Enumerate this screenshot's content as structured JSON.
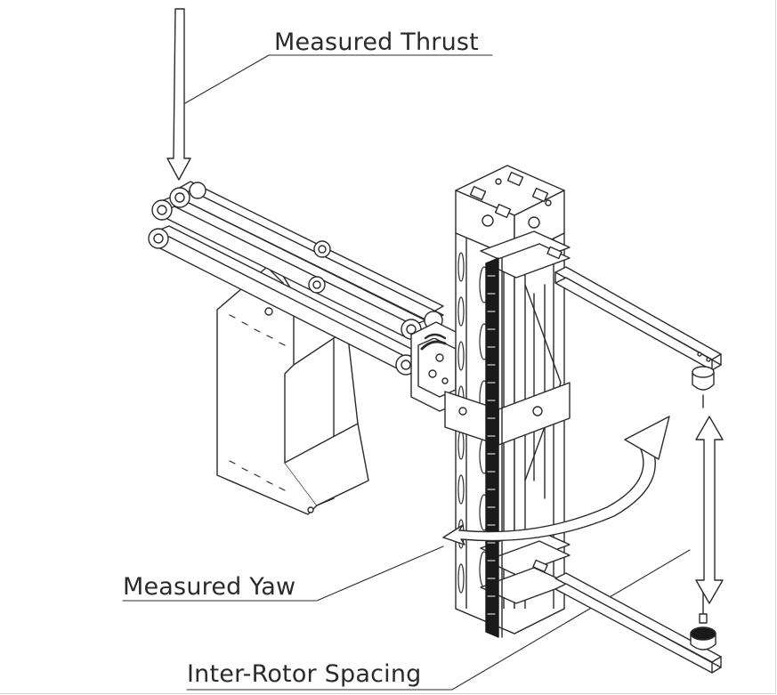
{
  "annotations": {
    "measured_thrust": "Measured Thrust",
    "measured_yaw": "Measured Yaw",
    "inter_rotor_spacing": "Inter-Rotor Spacing"
  },
  "colors": {
    "line": "#2b2b2b",
    "paper": "#ffffff",
    "ruler": "#1a1a1a"
  }
}
